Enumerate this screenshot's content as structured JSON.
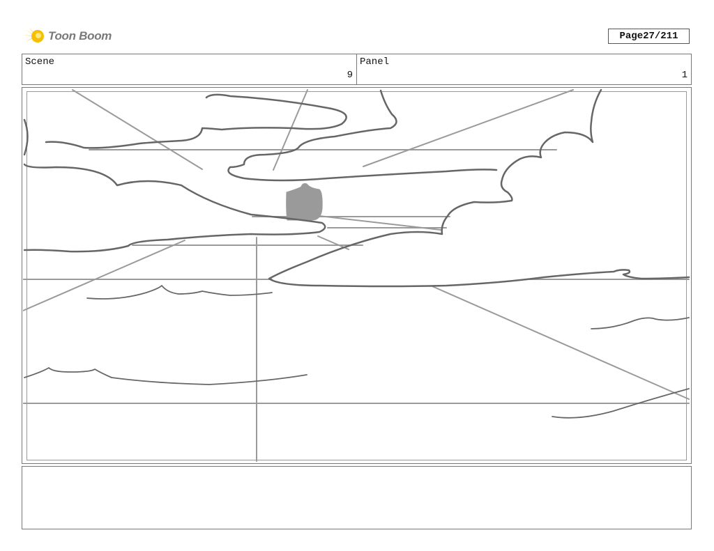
{
  "header": {
    "brand": "Toon Boom",
    "page_label": "Page",
    "page_value": "27/211",
    "brand_color": "#f5c000"
  },
  "scene": {
    "label": "Scene",
    "value": "9"
  },
  "panel": {
    "label": "Panel",
    "value": "1"
  },
  "notes": {
    "text": ""
  }
}
